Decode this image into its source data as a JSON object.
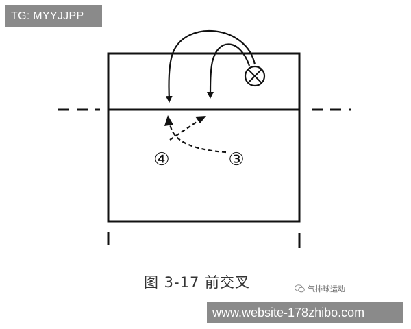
{
  "watermark": {
    "tg_label": "TG: MYYJJPP",
    "url": "www.website-178zhibo.com"
  },
  "diagram": {
    "caption": "图 3-17   前交叉",
    "player_markers": [
      {
        "label": "④"
      },
      {
        "label": "③"
      }
    ],
    "target_icon": "circled-x-icon"
  },
  "source": {
    "wechat_label": "气排球运动",
    "icon": "wechat-icon"
  }
}
